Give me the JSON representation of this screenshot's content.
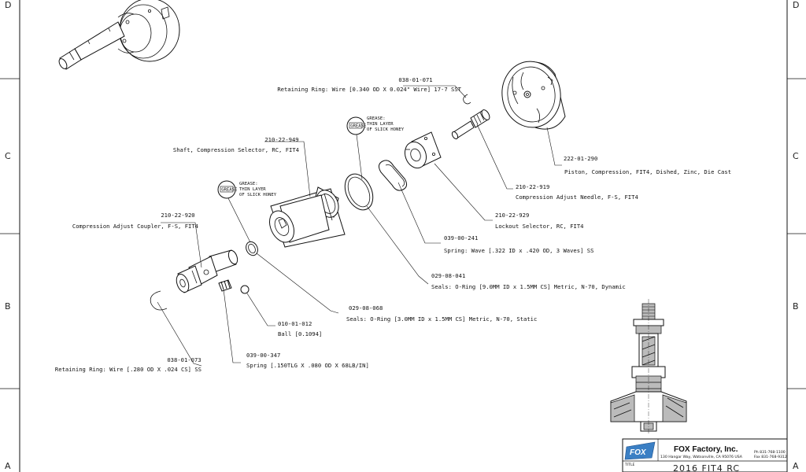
{
  "zones": {
    "d": "D",
    "c": "C",
    "b": "B",
    "a": "A"
  },
  "parts": [
    {
      "number": "038-01-071",
      "description": "Retaining Ring: Wire [0.340 OD X 0.024\" Wire] 17-7 SST"
    },
    {
      "number": "222-01-290",
      "description": "Piston, Compression, FIT4, Dished, Zinc, Die Cast"
    },
    {
      "number": "210-22-949",
      "description": "Shaft, Compression Selector, RC, FIT4"
    },
    {
      "number": "210-22-919",
      "description": "Compression Adjust Needle, F-S, FIT4"
    },
    {
      "number": "210-22-929",
      "description": "Lockout Selector, RC, FIT4"
    },
    {
      "number": "210-22-920",
      "description": "Compression Adjust Coupler, F-S, FIT4"
    },
    {
      "number": "039-00-241",
      "description": "Spring: Wave [.322 ID x .420 OD, 3 Waves] SS"
    },
    {
      "number": "029-08-041",
      "description": "Seals: O-Ring [9.0MM ID x 1.5MM CS] Metric, N-70, Dynamic"
    },
    {
      "number": "029-08-068",
      "description": "Seals: O-Ring [3.0MM ID x 1.5MM CS] Metric, N-70, Static"
    },
    {
      "number": "010-01-012",
      "description": "Ball [0.1094]"
    },
    {
      "number": "038-01-073",
      "description": "Retaining Ring: Wire [.280 OD X .024 CS] SS"
    },
    {
      "number": "039-00-347",
      "description": "Spring [.150TLG X .080 OD X 68LB/IN]"
    }
  ],
  "grease_notes": [
    {
      "icon": "GREASE",
      "line1": "GREASE:",
      "line2": "THIN LAYER",
      "line3": "OF SLICK HONEY"
    },
    {
      "icon": "GREASE",
      "line1": "GREASE:",
      "line2": "THIN LAYER",
      "line3": "OF SLICK HONEY"
    }
  ],
  "title_block": {
    "logo": "FOX",
    "company": "FOX Factory, Inc.",
    "address": "130 Hangar Way, Watsonville, CA 95076 USA",
    "phone": "Ph 831-768-1100",
    "fax": "Fax 831-768-9312",
    "title_label": "TITLE",
    "title": "2016 FIT4 RC"
  }
}
